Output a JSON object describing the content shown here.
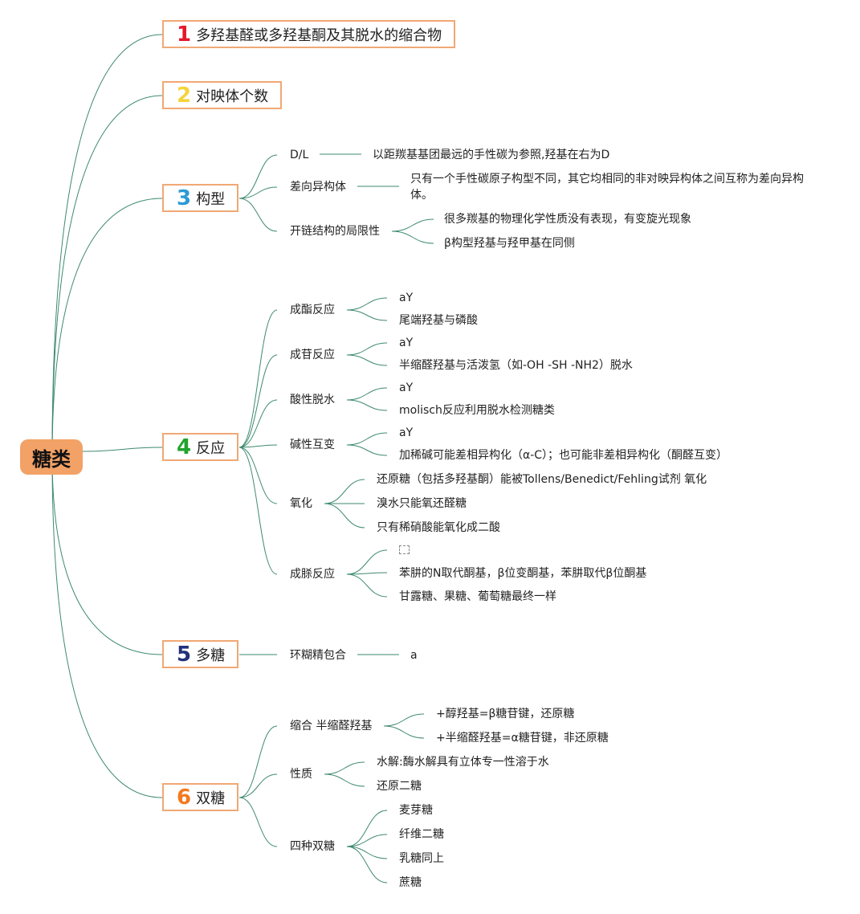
{
  "root": "糖类",
  "colors": {
    "line": "#3e8a6e",
    "border": "#f0a875",
    "root_bg": "#f2a266"
  },
  "categories": [
    {
      "num": "1",
      "label": "多羟基醛或多羟基酮及其脱水的缩合物",
      "color": "#e4182a"
    },
    {
      "num": "2",
      "label": "对映体个数",
      "color": "#f5d33b"
    },
    {
      "num": "3",
      "label": "构型",
      "color": "#2b9ad6"
    },
    {
      "num": "4",
      "label": "反应",
      "color": "#22a32d"
    },
    {
      "num": "5",
      "label": "多糖",
      "color": "#23307a"
    },
    {
      "num": "6",
      "label": "双糖",
      "color": "#f37a1f"
    }
  ],
  "config": {
    "dl": {
      "label": "D/L",
      "detail": "以距羰基基团最远的手性碳为参照,羟基在右为D"
    },
    "epimer": {
      "label": "差向异构体",
      "detail": "只有一个手性碳原子构型不同，其它均相同的非对映异构体之间互称为差向异构体。"
    },
    "openchain": {
      "label": "开链结构的局限性",
      "details": [
        "很多羰基的物理化学性质没有表现，有变旋光现象",
        "β构型羟基与羟甲基在同侧"
      ]
    }
  },
  "reactions": {
    "ester": {
      "label": "成酯反应",
      "items": [
        "aY",
        "尾端羟基与磷酸"
      ]
    },
    "glycoside": {
      "label": "成苷反应",
      "items": [
        "aY",
        "半缩醛羟基与活泼氢（如-OH -SH -NH2）脱水"
      ]
    },
    "acid": {
      "label": "酸性脱水",
      "items": [
        "aY",
        "molisch反应利用脱水检测糖类"
      ]
    },
    "base": {
      "label": "碱性互变",
      "items": [
        "aY",
        "加稀碱可能差相异构化（α-C）；也可能非差相异构化（酮醛互变）"
      ]
    },
    "oxidation": {
      "label": "氧化",
      "items": [
        "还原糖（包括多羟基酮）能被Tollens/Benedict/Fehling试剂 氧化",
        "溴水只能氧还醛糖",
        "只有稀硝酸能氧化成二酸"
      ]
    },
    "osazone": {
      "label": "成脎反应",
      "items": [
        "苯肼的N取代酮基，β位变酮基，苯肼取代β位酮基",
        "甘露糖、果糖、葡萄糖最终一样"
      ]
    }
  },
  "polysaccharide": {
    "label": "环糊精包合",
    "detail": "a"
  },
  "disaccharide": {
    "condense": {
      "label": "缩合 半缩醛羟基",
      "items": [
        "+醇羟基=β糖苷键，还原糖",
        "+半缩醛羟基=α糖苷键，非还原糖"
      ]
    },
    "property": {
      "label": "性质",
      "items": [
        "水解:酶水解具有立体专一性溶于水",
        "还原二糖"
      ]
    },
    "four": {
      "label": "四种双糖",
      "items": [
        "麦芽糖",
        "纤维二糖",
        "乳糖同上",
        "蔗糖"
      ]
    }
  }
}
